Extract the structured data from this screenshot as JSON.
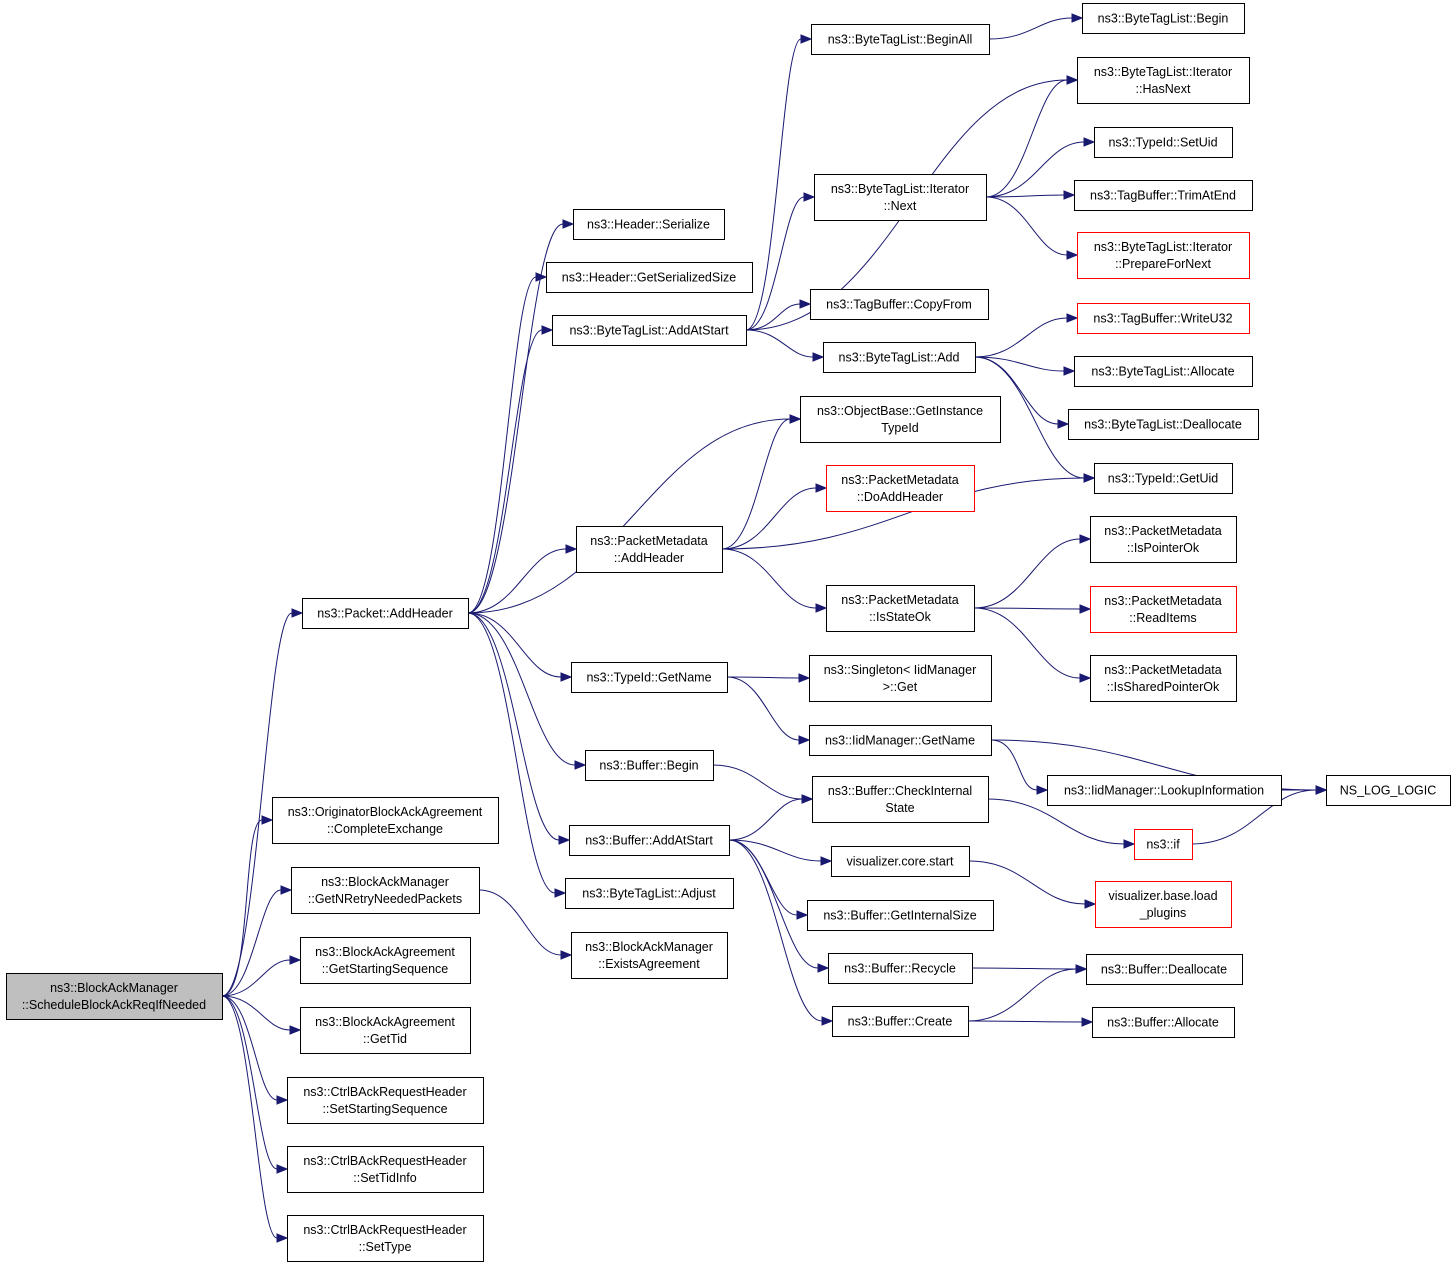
{
  "nodes": [
    {
      "id": "root",
      "lines": [
        "ns3::BlockAckManager",
        "::ScheduleBlockAckReqIfNeeded"
      ],
      "style": "root"
    },
    {
      "id": "pkt_addheader",
      "lines": [
        "ns3::Packet::AddHeader"
      ],
      "style": "normal"
    },
    {
      "id": "oba_complete",
      "lines": [
        "ns3::OriginatorBlockAckAgreement",
        "::CompleteExchange"
      ],
      "style": "normal"
    },
    {
      "id": "bam_getnretry",
      "lines": [
        "ns3::BlockAckManager",
        "::GetNRetryNeededPackets"
      ],
      "style": "normal"
    },
    {
      "id": "baa_getstartseq",
      "lines": [
        "ns3::BlockAckAgreement",
        "::GetStartingSequence"
      ],
      "style": "normal"
    },
    {
      "id": "baa_gettid",
      "lines": [
        "ns3::BlockAckAgreement",
        "::GetTid"
      ],
      "style": "normal"
    },
    {
      "id": "cbar_setstartseq",
      "lines": [
        "ns3::CtrlBAckRequestHeader",
        "::SetStartingSequence"
      ],
      "style": "normal"
    },
    {
      "id": "cbar_settidinfo",
      "lines": [
        "ns3::CtrlBAckRequestHeader",
        "::SetTidInfo"
      ],
      "style": "normal"
    },
    {
      "id": "cbar_settype",
      "lines": [
        "ns3::CtrlBAckRequestHeader",
        "::SetType"
      ],
      "style": "normal"
    },
    {
      "id": "hdr_serialize",
      "lines": [
        "ns3::Header::Serialize"
      ],
      "style": "normal"
    },
    {
      "id": "hdr_getsersize",
      "lines": [
        "ns3::Header::GetSerializedSize"
      ],
      "style": "normal"
    },
    {
      "id": "btl_addatstart",
      "lines": [
        "ns3::ByteTagList::AddAtStart"
      ],
      "style": "normal"
    },
    {
      "id": "pm_addheader",
      "lines": [
        "ns3::PacketMetadata",
        "::AddHeader"
      ],
      "style": "normal"
    },
    {
      "id": "tid_getname",
      "lines": [
        "ns3::TypeId::GetName"
      ],
      "style": "normal"
    },
    {
      "id": "buf_begin",
      "lines": [
        "ns3::Buffer::Begin"
      ],
      "style": "normal"
    },
    {
      "id": "buf_addatstart",
      "lines": [
        "ns3::Buffer::AddAtStart"
      ],
      "style": "normal"
    },
    {
      "id": "btl_adjust",
      "lines": [
        "ns3::ByteTagList::Adjust"
      ],
      "style": "normal"
    },
    {
      "id": "bam_exists",
      "lines": [
        "ns3::BlockAckManager",
        "::ExistsAgreement"
      ],
      "style": "normal"
    },
    {
      "id": "btl_beginall",
      "lines": [
        "ns3::ByteTagList::BeginAll"
      ],
      "style": "normal"
    },
    {
      "id": "btli_next",
      "lines": [
        "ns3::ByteTagList::Iterator",
        "::Next"
      ],
      "style": "normal"
    },
    {
      "id": "tb_copyfrom",
      "lines": [
        "ns3::TagBuffer::CopyFrom"
      ],
      "style": "normal"
    },
    {
      "id": "btl_add",
      "lines": [
        "ns3::ByteTagList::Add"
      ],
      "style": "normal"
    },
    {
      "id": "ob_getinst",
      "lines": [
        "ns3::ObjectBase::GetInstance",
        "TypeId"
      ],
      "style": "normal"
    },
    {
      "id": "pm_doaddheader",
      "lines": [
        "ns3::PacketMetadata",
        "::DoAddHeader"
      ],
      "style": "red"
    },
    {
      "id": "pm_isstateok",
      "lines": [
        "ns3::PacketMetadata",
        "::IsStateOk"
      ],
      "style": "normal"
    },
    {
      "id": "singleton_get",
      "lines": [
        "ns3::Singleton< IidManager",
        ">::Get"
      ],
      "style": "normal"
    },
    {
      "id": "iid_getname",
      "lines": [
        "ns3::IidManager::GetName"
      ],
      "style": "normal"
    },
    {
      "id": "buf_checkinternal",
      "lines": [
        "ns3::Buffer::CheckInternal",
        "State"
      ],
      "style": "normal"
    },
    {
      "id": "viz_core_start",
      "lines": [
        "visualizer.core.start"
      ],
      "style": "normal"
    },
    {
      "id": "buf_getinternalsize",
      "lines": [
        "ns3::Buffer::GetInternalSize"
      ],
      "style": "normal"
    },
    {
      "id": "buf_recycle",
      "lines": [
        "ns3::Buffer::Recycle"
      ],
      "style": "normal"
    },
    {
      "id": "buf_create",
      "lines": [
        "ns3::Buffer::Create"
      ],
      "style": "normal"
    },
    {
      "id": "btl_begin",
      "lines": [
        "ns3::ByteTagList::Begin"
      ],
      "style": "normal"
    },
    {
      "id": "btli_hasnext",
      "lines": [
        "ns3::ByteTagList::Iterator",
        "::HasNext"
      ],
      "style": "normal"
    },
    {
      "id": "tid_setuid",
      "lines": [
        "ns3::TypeId::SetUid"
      ],
      "style": "normal"
    },
    {
      "id": "tb_trimatend",
      "lines": [
        "ns3::TagBuffer::TrimAtEnd"
      ],
      "style": "normal"
    },
    {
      "id": "btli_prepare",
      "lines": [
        "ns3::ByteTagList::Iterator",
        "::PrepareForNext"
      ],
      "style": "red"
    },
    {
      "id": "tb_writeu32",
      "lines": [
        "ns3::TagBuffer::WriteU32"
      ],
      "style": "red"
    },
    {
      "id": "btl_allocate",
      "lines": [
        "ns3::ByteTagList::Allocate"
      ],
      "style": "normal"
    },
    {
      "id": "btl_deallocate",
      "lines": [
        "ns3::ByteTagList::Deallocate"
      ],
      "style": "normal"
    },
    {
      "id": "tid_getuid",
      "lines": [
        "ns3::TypeId::GetUid"
      ],
      "style": "normal"
    },
    {
      "id": "pm_ispointerok",
      "lines": [
        "ns3::PacketMetadata",
        "::IsPointerOk"
      ],
      "style": "normal"
    },
    {
      "id": "pm_readitems",
      "lines": [
        "ns3::PacketMetadata",
        "::ReadItems"
      ],
      "style": "red"
    },
    {
      "id": "pm_issharedptrok",
      "lines": [
        "ns3::PacketMetadata",
        "::IsSharedPointerOk"
      ],
      "style": "normal"
    },
    {
      "id": "iid_lookup",
      "lines": [
        "ns3::IidManager::LookupInformation"
      ],
      "style": "normal"
    },
    {
      "id": "ns3_if",
      "lines": [
        "ns3::if"
      ],
      "style": "red"
    },
    {
      "id": "viz_base_load",
      "lines": [
        "visualizer.base.load",
        "_plugins"
      ],
      "style": "red"
    },
    {
      "id": "buf_deallocate",
      "lines": [
        "ns3::Buffer::Deallocate"
      ],
      "style": "normal"
    },
    {
      "id": "buf_allocate",
      "lines": [
        "ns3::Buffer::Allocate"
      ],
      "style": "normal"
    },
    {
      "id": "ns_log_logic",
      "lines": [
        "NS_LOG_LOGIC"
      ],
      "style": "normal"
    }
  ],
  "edges": [
    [
      "root",
      "pkt_addheader"
    ],
    [
      "root",
      "oba_complete"
    ],
    [
      "root",
      "bam_getnretry"
    ],
    [
      "root",
      "baa_getstartseq"
    ],
    [
      "root",
      "baa_gettid"
    ],
    [
      "root",
      "cbar_setstartseq"
    ],
    [
      "root",
      "cbar_settidinfo"
    ],
    [
      "root",
      "cbar_settype"
    ],
    [
      "bam_getnretry",
      "bam_exists"
    ],
    [
      "pkt_addheader",
      "hdr_serialize"
    ],
    [
      "pkt_addheader",
      "hdr_getsersize"
    ],
    [
      "pkt_addheader",
      "btl_addatstart"
    ],
    [
      "pkt_addheader",
      "ob_getinst"
    ],
    [
      "pkt_addheader",
      "pm_addheader"
    ],
    [
      "pkt_addheader",
      "tid_getname"
    ],
    [
      "pkt_addheader",
      "buf_begin"
    ],
    [
      "pkt_addheader",
      "buf_addatstart"
    ],
    [
      "pkt_addheader",
      "btl_adjust"
    ],
    [
      "btl_addatstart",
      "btl_beginall"
    ],
    [
      "btl_addatstart",
      "btli_hasnext"
    ],
    [
      "btl_addatstart",
      "btli_next"
    ],
    [
      "btl_addatstart",
      "tb_copyfrom"
    ],
    [
      "btl_addatstart",
      "btl_add"
    ],
    [
      "btl_beginall",
      "btl_begin"
    ],
    [
      "btli_next",
      "btli_hasnext"
    ],
    [
      "btli_next",
      "tid_setuid"
    ],
    [
      "btli_next",
      "tb_trimatend"
    ],
    [
      "btli_next",
      "btli_prepare"
    ],
    [
      "btl_add",
      "tb_writeu32"
    ],
    [
      "btl_add",
      "btl_allocate"
    ],
    [
      "btl_add",
      "btl_deallocate"
    ],
    [
      "btl_add",
      "tid_getuid"
    ],
    [
      "pm_addheader",
      "ob_getinst"
    ],
    [
      "pm_addheader",
      "pm_doaddheader"
    ],
    [
      "pm_addheader",
      "tid_getuid"
    ],
    [
      "pm_addheader",
      "pm_isstateok"
    ],
    [
      "pm_isstateok",
      "pm_ispointerok"
    ],
    [
      "pm_isstateok",
      "pm_readitems"
    ],
    [
      "pm_isstateok",
      "pm_issharedptrok"
    ],
    [
      "tid_getname",
      "singleton_get"
    ],
    [
      "tid_getname",
      "iid_getname"
    ],
    [
      "iid_getname",
      "iid_lookup"
    ],
    [
      "iid_getname",
      "ns_log_logic"
    ],
    [
      "iid_lookup",
      "ns_log_logic"
    ],
    [
      "buf_begin",
      "buf_checkinternal"
    ],
    [
      "buf_addatstart",
      "buf_checkinternal"
    ],
    [
      "buf_addatstart",
      "viz_core_start"
    ],
    [
      "buf_addatstart",
      "buf_getinternalsize"
    ],
    [
      "buf_addatstart",
      "buf_recycle"
    ],
    [
      "buf_addatstart",
      "buf_create"
    ],
    [
      "buf_checkinternal",
      "ns3_if"
    ],
    [
      "ns3_if",
      "ns_log_logic"
    ],
    [
      "viz_core_start",
      "viz_base_load"
    ],
    [
      "buf_recycle",
      "buf_deallocate"
    ],
    [
      "buf_create",
      "buf_deallocate"
    ],
    [
      "buf_create",
      "buf_allocate"
    ]
  ]
}
